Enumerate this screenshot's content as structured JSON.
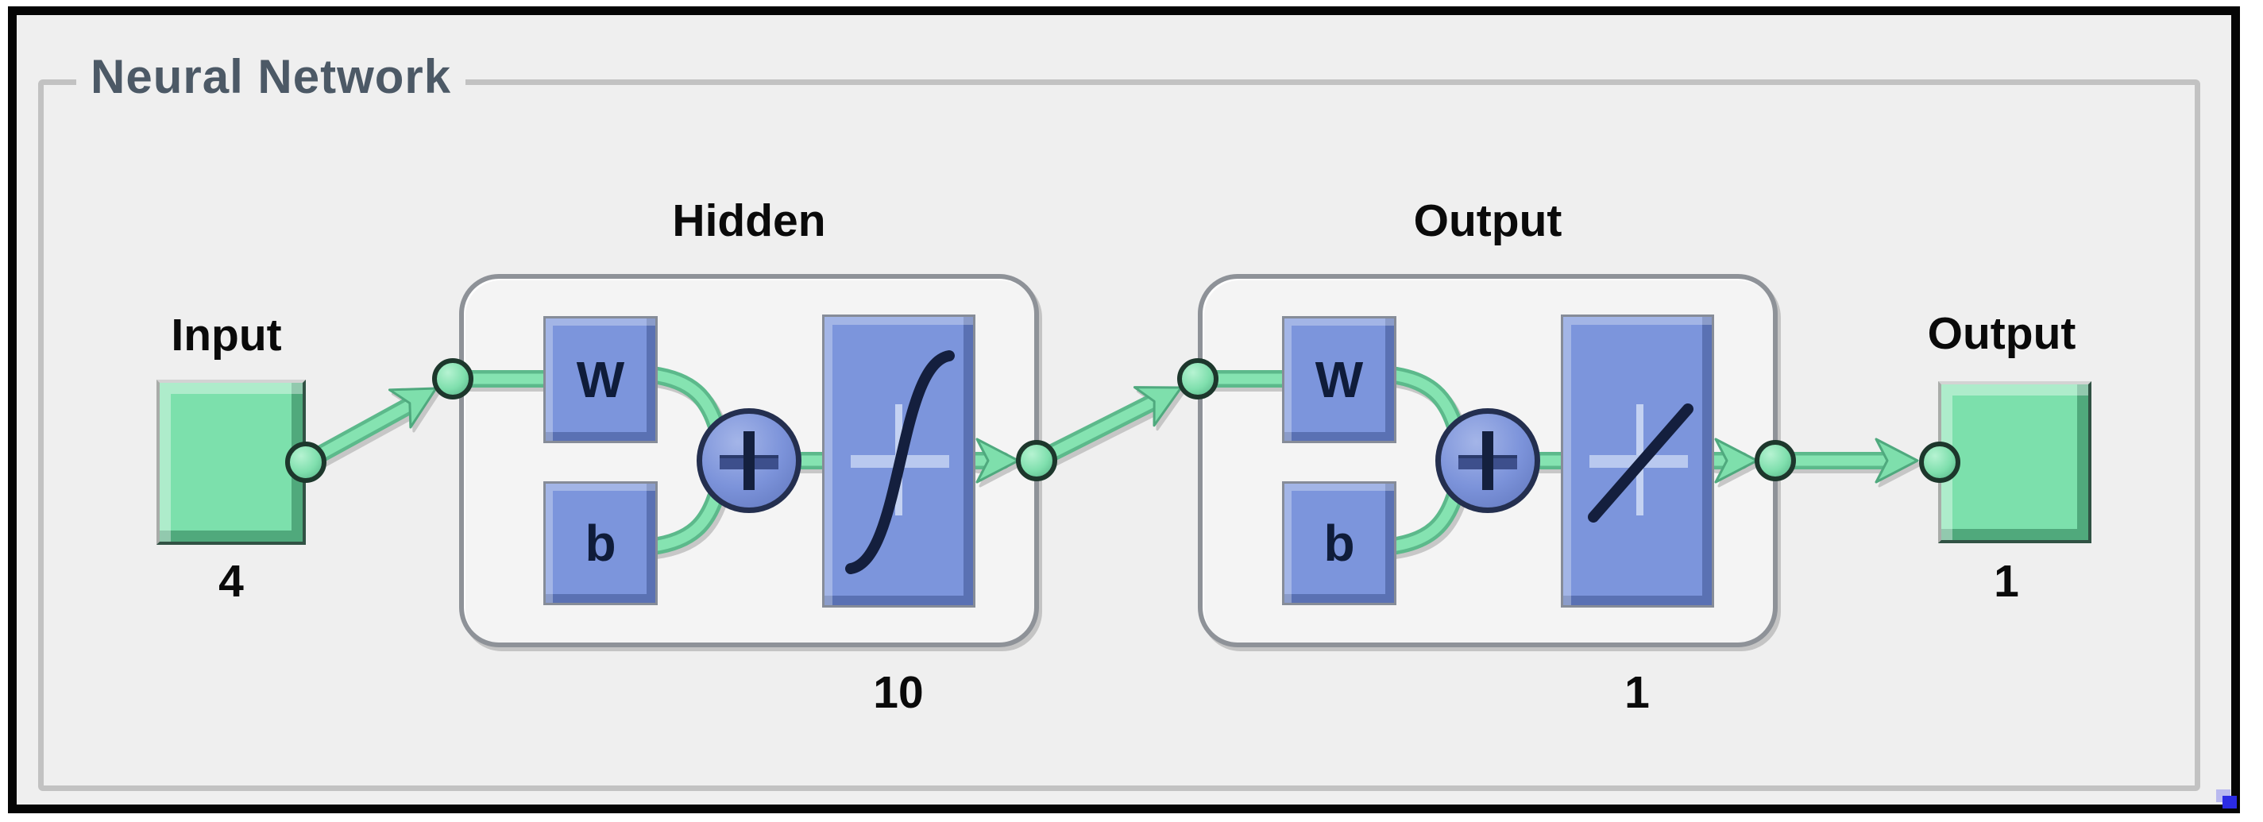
{
  "panel": {
    "title": "Neural Network"
  },
  "diagram": {
    "input": {
      "label": "Input",
      "dimension": "4"
    },
    "layers": [
      {
        "title": "Hidden",
        "weight_label": "W",
        "bias_label": "b",
        "neuron_count": "10",
        "activation": "tansig-sigmoid"
      },
      {
        "title": "Output",
        "weight_label": "W",
        "bias_label": "b",
        "neuron_count": "1",
        "activation": "purelin-linear"
      }
    ],
    "output": {
      "label": "Output",
      "dimension": "1"
    }
  },
  "icons": {
    "sum_junction": "plus-circle",
    "hidden_activation": "sigmoid-curve",
    "output_activation": "linear-line",
    "connector_node": "green-circle",
    "arrowhead": "green-triangle"
  },
  "colors": {
    "background": "#EFEFEF",
    "frame_border": "#050505",
    "groupbox_border": "#C2C2C2",
    "panel_title": "#4C5966",
    "block_blue": "#7C95DC",
    "block_green": "#7CE0AC",
    "connector_green": "#7FDFAB",
    "label_text": "#0A0A0A"
  }
}
